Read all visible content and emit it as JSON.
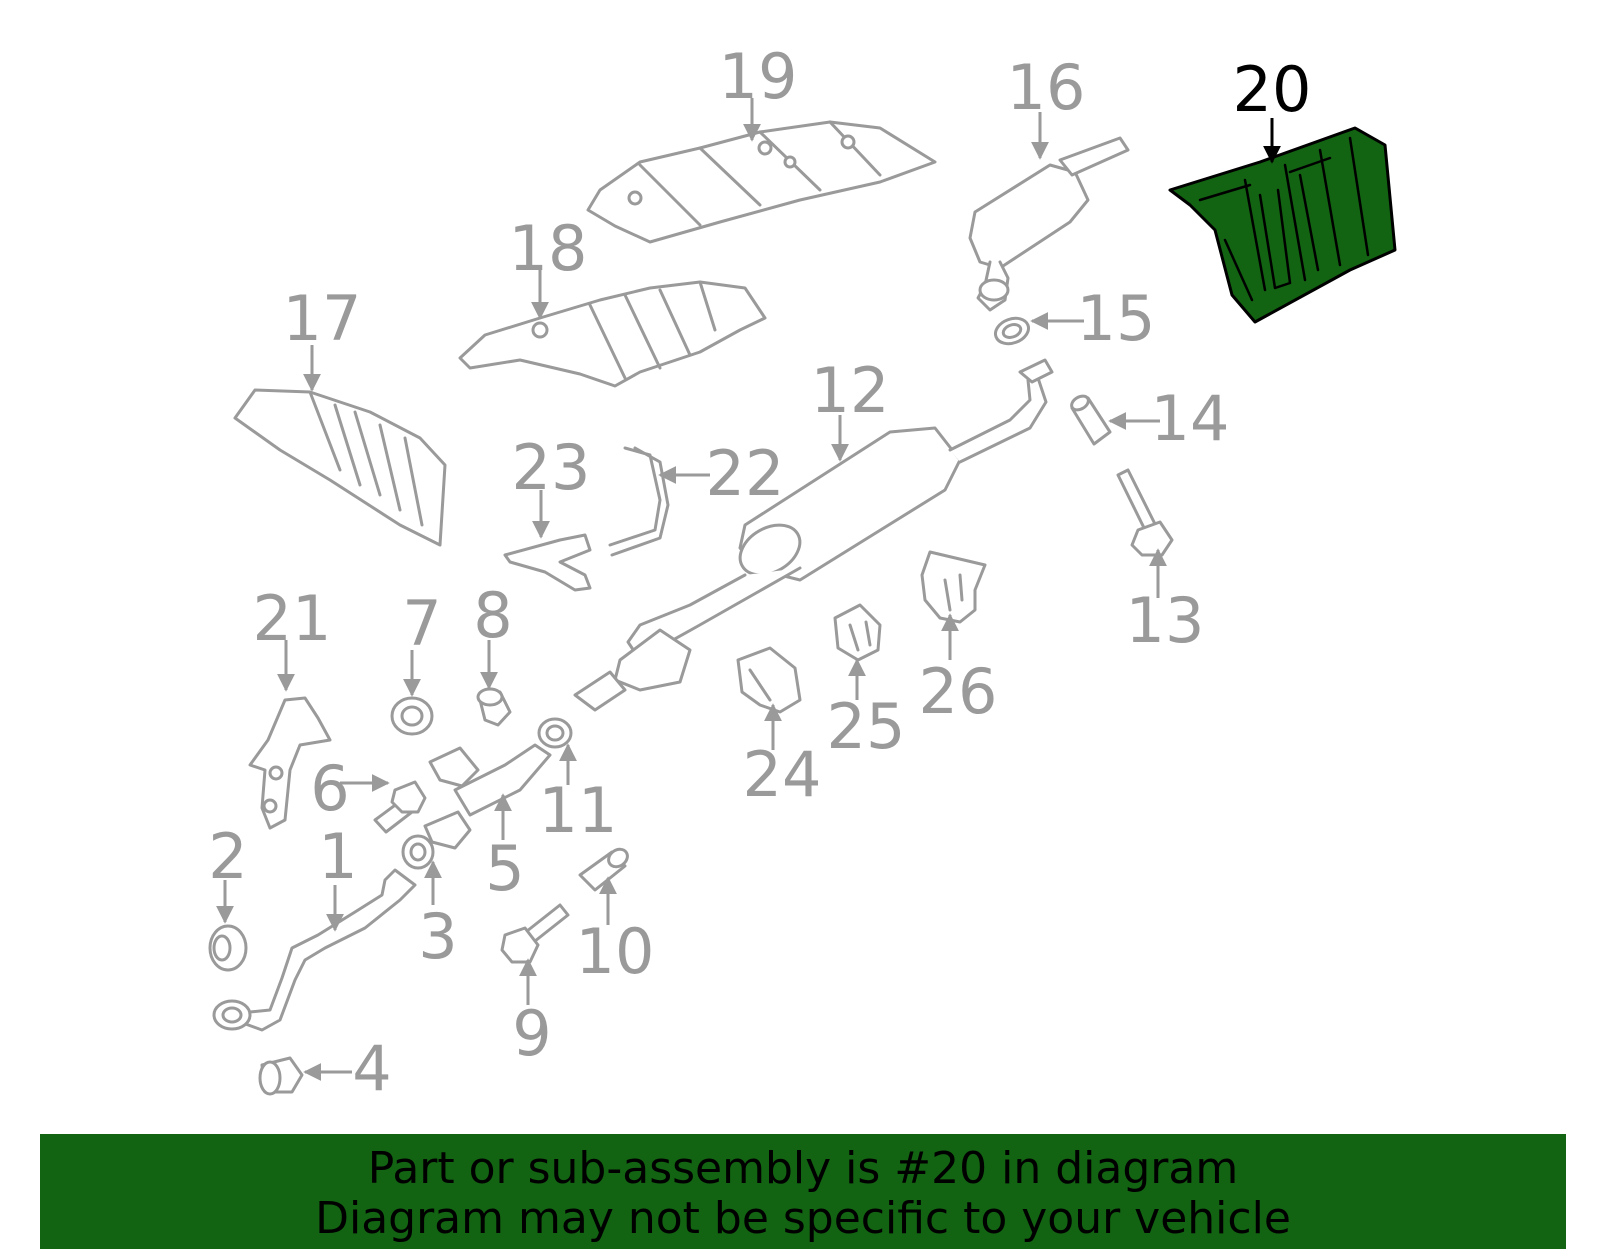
{
  "diagram": {
    "highlighted_part": "20",
    "highlight_color": "#126312",
    "callouts": {
      "c1": "1",
      "c2": "2",
      "c3": "3",
      "c4": "4",
      "c5": "5",
      "c6": "6",
      "c7": "7",
      "c8": "8",
      "c9": "9",
      "c10": "10",
      "c11": "11",
      "c12": "12",
      "c13": "13",
      "c14": "14",
      "c15": "15",
      "c16": "16",
      "c17": "17",
      "c18": "18",
      "c19": "19",
      "c20": "20",
      "c21": "21",
      "c22": "22",
      "c23": "23",
      "c24": "24",
      "c25": "25",
      "c26": "26"
    }
  },
  "banner": {
    "line1": "Part or sub-assembly is #20 in diagram",
    "line2": "Diagram may not be specific to your vehicle",
    "background": "#126312"
  }
}
